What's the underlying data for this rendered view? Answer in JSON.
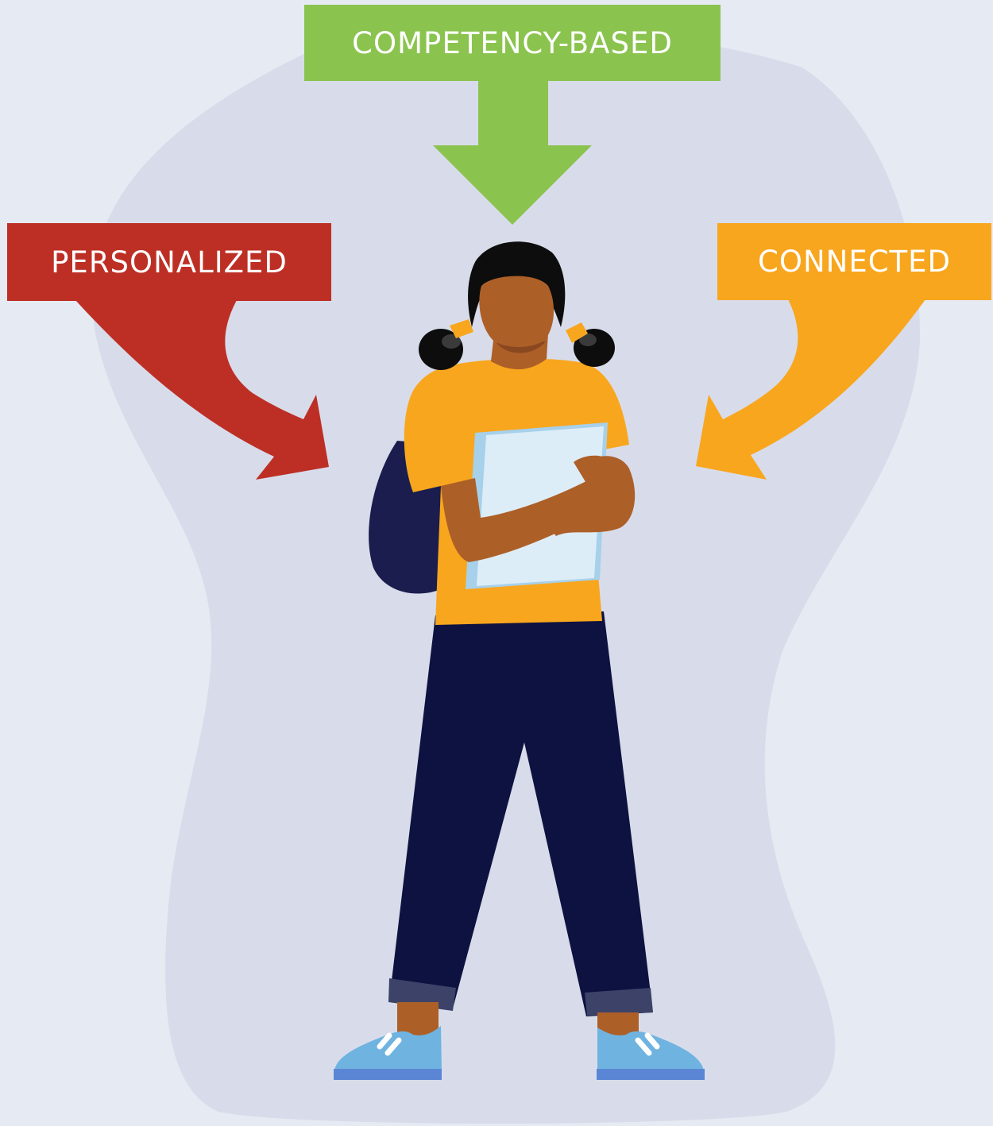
{
  "labels": {
    "competency": "COMPETENCY-BASED",
    "personalized": "PERSONALIZED",
    "connected": "CONNECTED"
  },
  "colors": {
    "background": "#e5eaf3",
    "blob": "#d8dcea",
    "competency": "#8bc34f",
    "personalized": "#bd2f25",
    "connected": "#f8a61e",
    "skin": "#ad5f28",
    "hair": "#0d0d0d",
    "shirt": "#f8a61e",
    "pants": "#0e1240",
    "cuff": "#3c4268",
    "backpack": "#1a1d4d",
    "notebook": "#dcedf8",
    "notebook_edge": "#a7d0ea",
    "shoe": "#6fb3e0",
    "shoe_sole": "#5b86d6"
  },
  "icons": {
    "student": "student-figure-icon",
    "arrow_down": "arrow-down-icon",
    "arrow_left": "curved-arrow-left-icon",
    "arrow_right": "curved-arrow-right-icon"
  }
}
